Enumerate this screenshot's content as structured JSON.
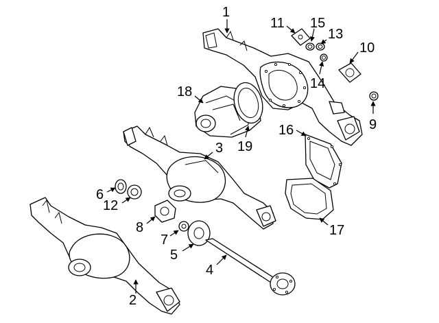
{
  "diagram": {
    "callouts": [
      {
        "id": "c1",
        "label": "1"
      },
      {
        "id": "c2",
        "label": "2"
      },
      {
        "id": "c3",
        "label": "3"
      },
      {
        "id": "c4",
        "label": "4"
      },
      {
        "id": "c5",
        "label": "5"
      },
      {
        "id": "c6",
        "label": "6"
      },
      {
        "id": "c7",
        "label": "7"
      },
      {
        "id": "c8",
        "label": "8"
      },
      {
        "id": "c9",
        "label": "9"
      },
      {
        "id": "c10",
        "label": "10"
      },
      {
        "id": "c11",
        "label": "11"
      },
      {
        "id": "c12",
        "label": "12"
      },
      {
        "id": "c13",
        "label": "13"
      },
      {
        "id": "c14",
        "label": "14"
      },
      {
        "id": "c15",
        "label": "15"
      },
      {
        "id": "c16",
        "label": "16"
      },
      {
        "id": "c17",
        "label": "17"
      },
      {
        "id": "c18",
        "label": "18"
      },
      {
        "id": "c19",
        "label": "19"
      }
    ]
  },
  "colors": {
    "line": "#000000",
    "background": "#ffffff"
  }
}
